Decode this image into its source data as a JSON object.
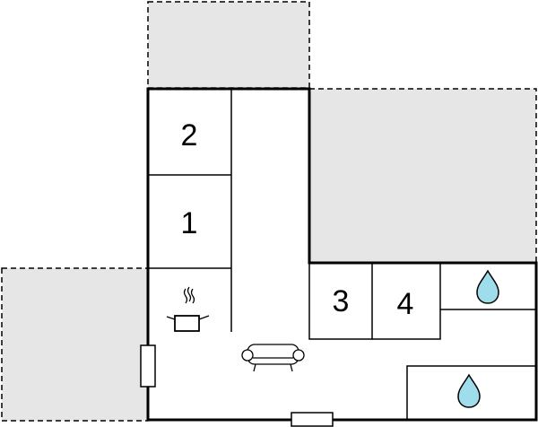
{
  "floorplan": {
    "colors": {
      "background": "#ffffff",
      "terrace_fill": "#e6e6e6",
      "wall": "#000000",
      "water": "#9fdcec"
    },
    "rooms": [
      {
        "id": "room-2",
        "label": "2",
        "type": "bedroom"
      },
      {
        "id": "room-1",
        "label": "1",
        "type": "bedroom"
      },
      {
        "id": "room-3",
        "label": "3",
        "type": "bedroom"
      },
      {
        "id": "room-4",
        "label": "4",
        "type": "bedroom"
      },
      {
        "id": "bathroom-1",
        "label": "",
        "type": "bathroom",
        "icon": "water-drop-icon"
      },
      {
        "id": "bathroom-2",
        "label": "",
        "type": "bathroom",
        "icon": "water-drop-icon"
      },
      {
        "id": "kitchen",
        "label": "",
        "type": "kitchen",
        "icon": "cooking-pot-icon"
      },
      {
        "id": "living-room",
        "label": "",
        "type": "living-room",
        "icon": "sofa-icon"
      }
    ],
    "outdoor_areas": [
      "terrace-top",
      "terrace-right",
      "terrace-left"
    ],
    "doors": [
      "door-west",
      "door-south"
    ]
  }
}
